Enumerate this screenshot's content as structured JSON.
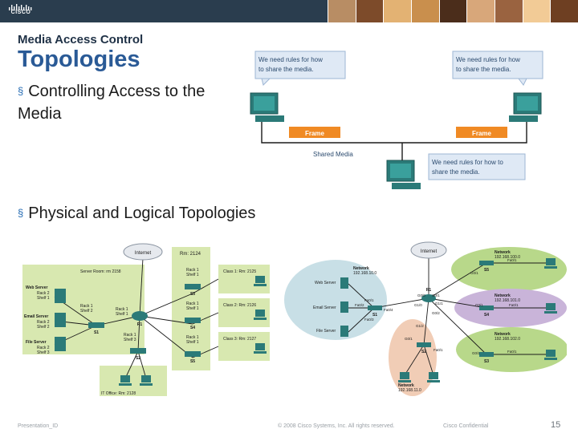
{
  "header": {
    "logo_text": "CISCO",
    "photos": [
      "#b88d64",
      "#7d4b2a",
      "#e3b273",
      "#c98f4d",
      "#4b2d1b",
      "#d8a77a",
      "#9a6340",
      "#f2cb96",
      "#6e3f22"
    ]
  },
  "slide": {
    "subtitle": "Media Access Control",
    "title": "Topologies",
    "bullets": [
      "Controlling Access to the Media",
      "Physical and Logical Topologies"
    ]
  },
  "shared_media": {
    "bubble_left": [
      "We need rules for how",
      "to share the media."
    ],
    "bubble_right": [
      "We need rules for how",
      "to share the media."
    ],
    "bubble_bottom": [
      "We need rules for how to",
      "share the media."
    ],
    "frame_left": "Frame",
    "frame_right": "Frame",
    "media_label": "Shared Media"
  },
  "physical_topology": {
    "cloud": "Internet",
    "rooms": {
      "server_room": "Server Room: rm 2158",
      "rm_2124": "Rm: 2124",
      "class1": "Class 1: Rm: 2125",
      "class2": "Class 2: Rm: 2126",
      "class3": "Class 3: Rm: 2127",
      "it_office": "IT Office: Rm: 2128"
    },
    "servers": [
      {
        "name": "Web Server",
        "rack": "Rack 2",
        "shelf": "Shelf 1"
      },
      {
        "name": "Email Server",
        "rack": "Rack 2",
        "shelf": "Shelf 2"
      },
      {
        "name": "File Server",
        "rack": "Rack 2",
        "shelf": "Shelf 3"
      }
    ],
    "rack_labels": [
      {
        "rack": "Rack 1",
        "shelf": "Shelf 2"
      },
      {
        "rack": "Rack 1",
        "shelf": "Shelf 1"
      },
      {
        "rack": "Rack 1",
        "shelf": "Shelf 3"
      }
    ],
    "closet_racks": [
      {
        "rack": "Rack 1",
        "shelf": "Shelf 1"
      },
      {
        "rack": "Rack 1",
        "shelf": "Shelf 1"
      },
      {
        "rack": "Rack 1",
        "shelf": "Shelf 1"
      }
    ],
    "switches": [
      "S1",
      "S2",
      "S3",
      "S4",
      "S5"
    ],
    "router": "R1"
  },
  "logical_topology": {
    "cloud": "Internet",
    "networks": [
      {
        "label": "Network",
        "address": "192.168.10.0"
      },
      {
        "label": "Network",
        "address": "192.168.100.0"
      },
      {
        "label": "Network",
        "address": "192.168.101.0"
      },
      {
        "label": "Network",
        "address": "192.168.102.0"
      },
      {
        "label": "Network",
        "address": "192.168.11.0"
      }
    ],
    "servers": [
      "Web Server",
      "Email Server",
      "File Server"
    ],
    "switches": [
      "S1",
      "S2",
      "S3",
      "S4",
      "S5"
    ],
    "router": "R1",
    "interfaces": [
      "Fa0/1",
      "Fa0/2",
      "Fa0/3",
      "Fa0/4",
      "G0/0",
      "G0/1",
      "G0/2",
      "G1/0",
      "G1/1",
      "G1/2",
      "G0/1",
      "G0/1",
      "G0/1",
      "Fa0/1",
      "Fa0/1",
      "Fa0/1",
      "G0/1",
      "Fa0/1"
    ]
  },
  "footer": {
    "left": "Presentation_ID",
    "center": "© 2008 Cisco Systems, Inc. All rights reserved.",
    "confidential": "Cisco Confidential",
    "page": "15"
  },
  "colors": {
    "title_blue": "#2a5a96",
    "bubble_fill": "#dfe9f5",
    "bubble_border": "#9db6d4",
    "frame_orange": "#f08a24",
    "pc_teal": "#2b7a78",
    "room_green": "#d8e8b0",
    "lan_blue": "#c8dfe6",
    "lan_green": "#b8d88a",
    "lan_purple": "#c9b4d9",
    "lan_peach": "#f1cdb6"
  }
}
